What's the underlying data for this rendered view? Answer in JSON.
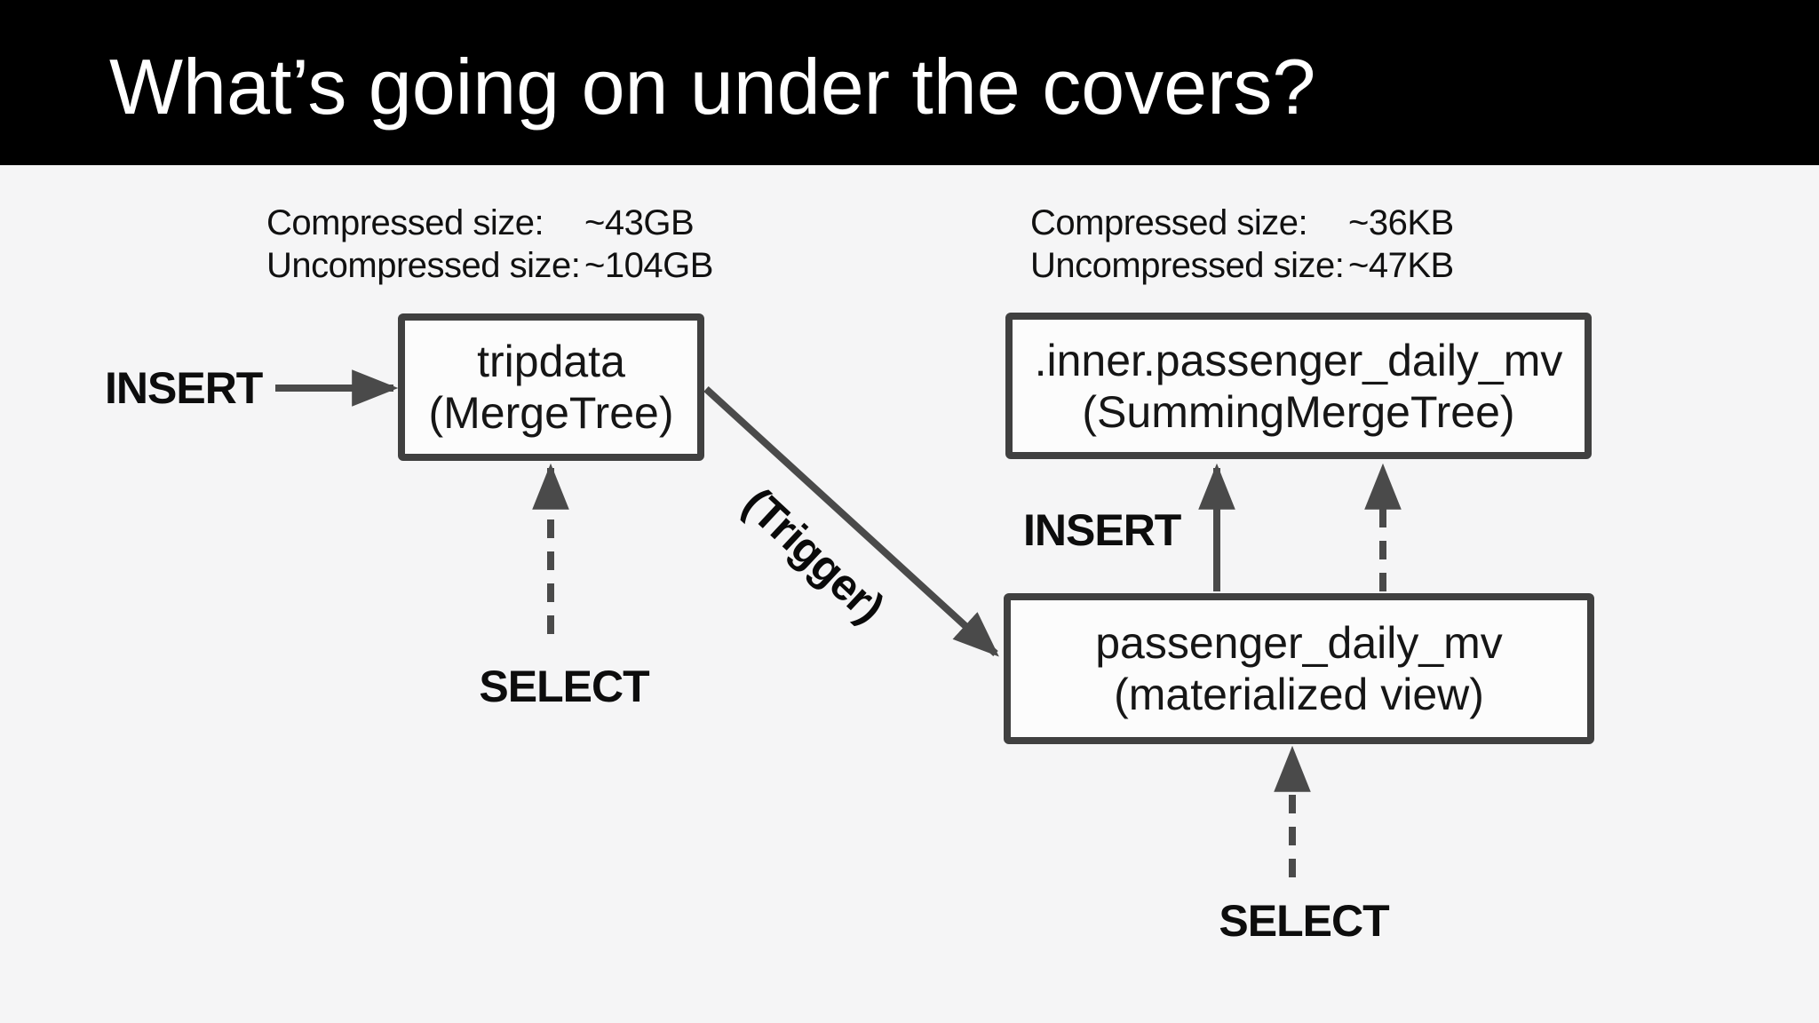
{
  "title": "What’s going on under the covers?",
  "stats_left": {
    "rows": [
      {
        "label": "Compressed size:",
        "value": "~43GB"
      },
      {
        "label": "Uncompressed size:",
        "value": "~104GB"
      }
    ]
  },
  "stats_right": {
    "rows": [
      {
        "label": "Compressed size:",
        "value": "~36KB"
      },
      {
        "label": "Uncompressed size:",
        "value": "~47KB"
      }
    ]
  },
  "nodes": {
    "tripdata": {
      "name": "tripdata",
      "subtitle": "(MergeTree)"
    },
    "inner_mv": {
      "name": ".inner.passenger_daily_mv",
      "subtitle": "(SummingMergeTree)"
    },
    "mv": {
      "name": "passenger_daily_mv",
      "subtitle": "(materialized view)"
    }
  },
  "labels": {
    "insert_left": "INSERT",
    "select_left": "SELECT",
    "insert_right": "INSERT",
    "select_bottom": "SELECT",
    "trigger": "(Trigger)"
  },
  "colors": {
    "header_bg": "#000000",
    "title": "#ffffff",
    "background": "#f5f5f6",
    "node_fill": "#fcfcfc",
    "node_border": "#404040",
    "arrow": "#4a4a4a",
    "text": "#111111"
  }
}
